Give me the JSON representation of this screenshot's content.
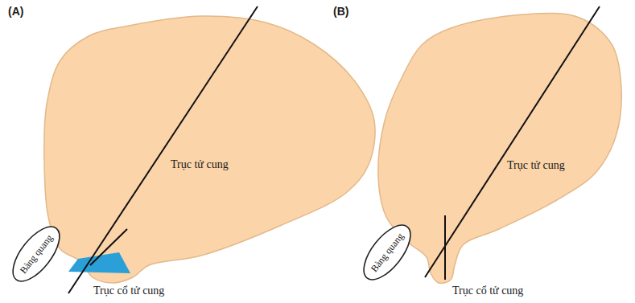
{
  "diagram": {
    "nodes": [
      {
        "text": [
          "Trục tử cung"
        ]
      },
      {
        "text": [
          "Bàng quang"
        ]
      },
      {
        "text": [
          "Trục tử cung"
        ]
      },
      {
        "text": [
          "Bàng quang"
        ]
      }
    ],
    "labels": [
      "(A)",
      "(B)",
      "Trục cổ tử cung",
      "Trục cổ tử cung"
    ]
  }
}
